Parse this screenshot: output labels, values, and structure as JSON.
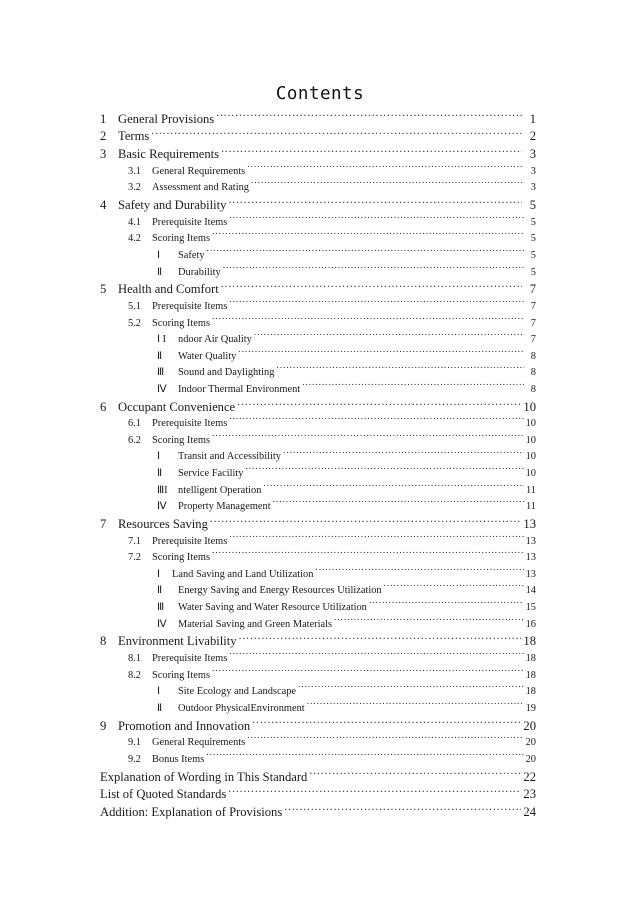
{
  "document": {
    "title": "Contents"
  },
  "toc": {
    "entries": [
      {
        "level": 1,
        "num": "1",
        "label": "General Provisions",
        "page": "1"
      },
      {
        "level": 1,
        "num": "2",
        "label": "Terms",
        "page": "2"
      },
      {
        "level": 1,
        "num": "3",
        "label": "Basic Requirements",
        "page": "3"
      },
      {
        "level": 2,
        "num": "3.1",
        "label": "General Requirements",
        "page": "3"
      },
      {
        "level": 2,
        "num": "3.2",
        "label": "Assessment and Rating",
        "page": "3"
      },
      {
        "level": 1,
        "num": "4",
        "label": "Safety and Durability",
        "page": "5"
      },
      {
        "level": 2,
        "num": "4.1",
        "label": "Prerequisite Items",
        "page": "5"
      },
      {
        "level": 2,
        "num": "4.2",
        "label": "Scoring Items",
        "page": "5"
      },
      {
        "level": 3,
        "num": "Ⅰ",
        "label": "Safety",
        "page": "5"
      },
      {
        "level": 3,
        "num": "Ⅱ",
        "label": "Durability",
        "page": "5"
      },
      {
        "level": 1,
        "num": "5",
        "label": "Health and Comfort",
        "page": "7"
      },
      {
        "level": 2,
        "num": "5.1",
        "label": "Prerequisite Items",
        "page": "7"
      },
      {
        "level": 2,
        "num": "5.2",
        "label": "Scoring Items",
        "page": "7"
      },
      {
        "level": 3,
        "num": "Ⅰ I",
        "label": "ndoor Air Quality",
        "page": "7"
      },
      {
        "level": 3,
        "num": "Ⅱ",
        "label": "Water Quality",
        "page": "8"
      },
      {
        "level": 3,
        "num": "Ⅲ",
        "label": "Sound and Daylighting",
        "page": "8"
      },
      {
        "level": 3,
        "num": "Ⅳ",
        "label": "Indoor Thermal Environment",
        "page": "8"
      },
      {
        "level": 1,
        "num": "6",
        "label": "Occupant Convenience",
        "page": "10"
      },
      {
        "level": 2,
        "num": "6.1",
        "label": "Prerequisite Items",
        "page": "10"
      },
      {
        "level": 2,
        "num": "6.2",
        "label": "Scoring Items",
        "page": "10"
      },
      {
        "level": 3,
        "num": "Ⅰ",
        "label": "Transit and Accessibility",
        "page": "10"
      },
      {
        "level": 3,
        "num": "Ⅱ",
        "label": "Service Facility",
        "page": "10"
      },
      {
        "level": 3,
        "num": "ⅢI",
        "label": "ntelligent Operation",
        "page": "11"
      },
      {
        "level": 3,
        "num": "Ⅳ",
        "label": "Property Management",
        "page": "11"
      },
      {
        "level": 1,
        "num": "7",
        "label": "Resources Saving",
        "page": "13"
      },
      {
        "level": 2,
        "num": "7.1",
        "label": "Prerequisite Items",
        "page": "13"
      },
      {
        "level": 2,
        "num": "7.2",
        "label": "Scoring Items",
        "page": "13"
      },
      {
        "level": 3,
        "num": "Ⅰ",
        "label": "Land Saving and Land Utilization",
        "page": "13",
        "tight": true
      },
      {
        "level": 3,
        "num": "Ⅱ",
        "label": "Energy Saving and Energy Resources Utilization",
        "page": "14"
      },
      {
        "level": 3,
        "num": "Ⅲ",
        "label": "Water Saving and Water Resource Utilization",
        "page": "15"
      },
      {
        "level": 3,
        "num": "Ⅳ",
        "label": "Material Saving and Green Materials",
        "page": "16"
      },
      {
        "level": 1,
        "num": "8",
        "label": "Environment Livability",
        "page": "18"
      },
      {
        "level": 2,
        "num": "8.1",
        "label": "Prerequisite Items",
        "page": "18"
      },
      {
        "level": 2,
        "num": "8.2",
        "label": "Scoring Items",
        "page": "18"
      },
      {
        "level": 3,
        "num": "Ⅰ",
        "label": "Site Ecology and Landscape",
        "page": "18"
      },
      {
        "level": 3,
        "num": "Ⅱ",
        "label": "Outdoor PhysicalEnvironment",
        "page": "19"
      },
      {
        "level": 1,
        "num": "9",
        "label": "Promotion and Innovation",
        "page": "20"
      },
      {
        "level": 2,
        "num": "9.1",
        "label": "General Requirements",
        "page": "20"
      },
      {
        "level": 2,
        "num": "9.2",
        "label": "Bonus Items",
        "page": "20"
      },
      {
        "level": 1,
        "num": "",
        "label": "Explanation of Wording in This Standard",
        "page": "22"
      },
      {
        "level": 1,
        "num": "",
        "label": "List of Quoted Standards",
        "page": "23"
      },
      {
        "level": 1,
        "num": "",
        "label": "Addition: Explanation of Provisions",
        "page": "24"
      }
    ]
  }
}
